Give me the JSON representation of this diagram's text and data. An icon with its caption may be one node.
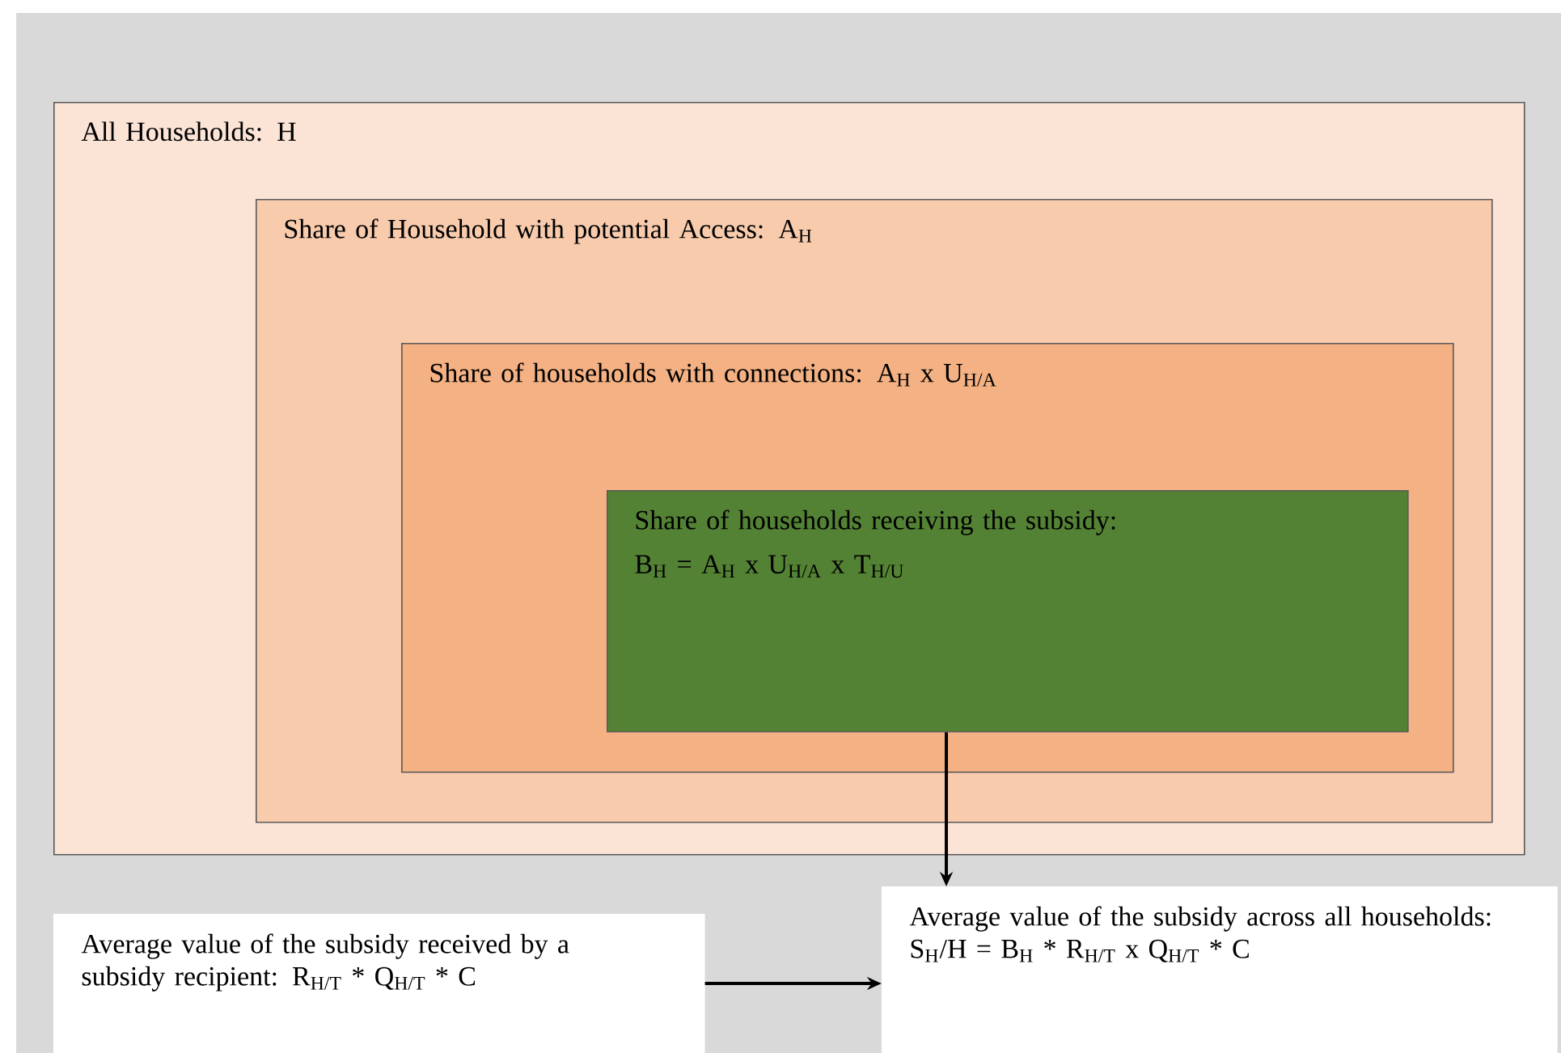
{
  "diagram": {
    "nodes": [
      {
        "text": [
          "All Households: H"
        ]
      },
      {
        "text": [
          "Share of Household with potential Access: A$_{H}$"
        ],
        "in": 0
      },
      {
        "text": [
          "Share of households with connections: A$_{H}$ x U$_{H/A}$"
        ],
        "in": 1
      },
      {
        "text": [
          "Share of households receiving the subsidy:",
          "B$_{H}$ = A$_{H}$ x U$_{H/A}$ x T$_{H/U}$"
        ],
        "in": 2
      },
      {
        "text": [
          "Average value of the subsidy received by a subsidy recipient: R$_{H/T}$ * Q$_{H/T}$ * C"
        ]
      },
      {
        "text": [
          "Average value of the subsidy across all households: S$_{H}$/H = B$_{H}$ * R$_{H/T}$ x Q$_{H/T}$ * C"
        ]
      }
    ],
    "edges": [
      {
        "from": 3,
        "to": 5,
        "arrow": "to"
      },
      {
        "from": 4,
        "to": 5,
        "arrow": "to"
      }
    ]
  }
}
